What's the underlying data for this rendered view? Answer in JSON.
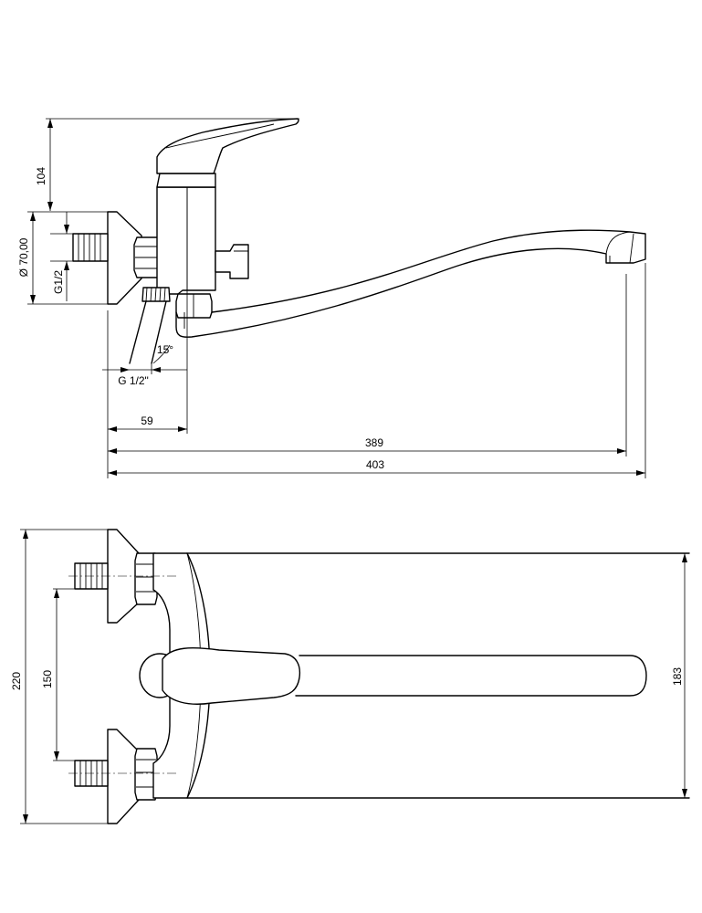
{
  "side_view": {
    "dim_height_104": "104",
    "dim_diameter": "Ø 70,00",
    "dim_thread_g12": "G1/2",
    "dim_angle": "15°",
    "dim_thread_inlet": "G 1/2\"",
    "dim_59": "59",
    "dim_389": "389",
    "dim_403": "403"
  },
  "top_view": {
    "dim_220": "220",
    "dim_150": "150",
    "dim_183": "183"
  }
}
